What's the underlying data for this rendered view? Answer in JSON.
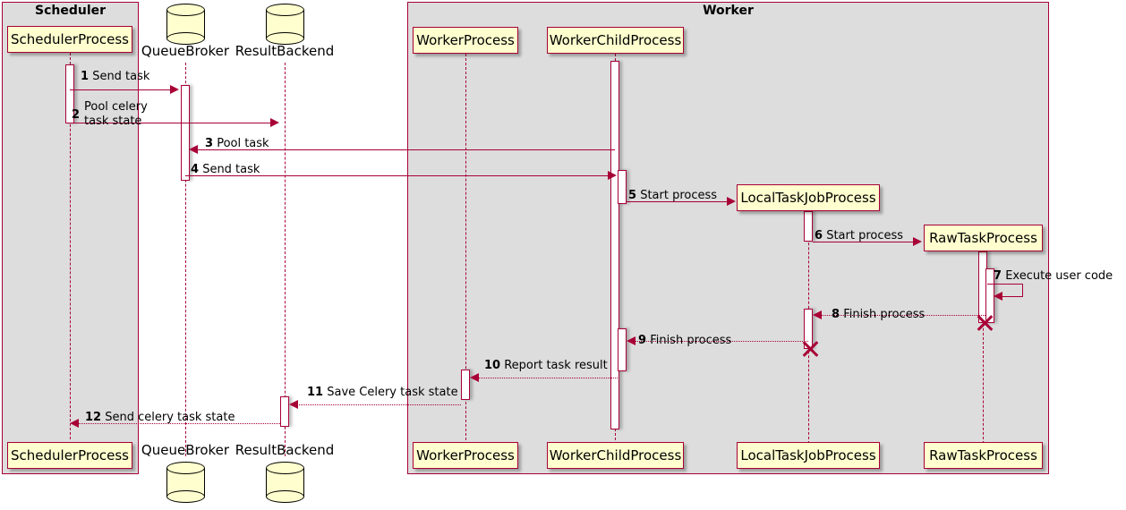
{
  "diagram": {
    "type": "sequence-diagram",
    "colors": {
      "accent": "#A80036",
      "participant_fill": "#FEFECE",
      "group_fill": "#DDDDDD",
      "activation_fill": "#FFFFFF",
      "text": "#000000"
    }
  },
  "groups": [
    {
      "id": "scheduler",
      "title": "Scheduler"
    },
    {
      "id": "worker",
      "title": "Worker"
    }
  ],
  "participants": [
    {
      "id": "scheduler_process",
      "label": "SchedulerProcess",
      "shape": "participant"
    },
    {
      "id": "queue_broker",
      "label": "QueueBroker",
      "shape": "database"
    },
    {
      "id": "result_backend",
      "label": "ResultBackend",
      "shape": "database"
    },
    {
      "id": "worker_process",
      "label": "WorkerProcess",
      "shape": "participant"
    },
    {
      "id": "worker_child",
      "label": "WorkerChildProcess",
      "shape": "participant"
    },
    {
      "id": "local_task_job",
      "label": "LocalTaskJobProcess",
      "shape": "participant"
    },
    {
      "id": "raw_task",
      "label": "RawTaskProcess",
      "shape": "participant"
    }
  ],
  "messages": [
    {
      "num": "1",
      "text": "Send task",
      "from": "scheduler_process",
      "to": "queue_broker",
      "style": "solid"
    },
    {
      "num": "2",
      "text": "Pool celery task state",
      "from": "scheduler_process",
      "to": "result_backend",
      "style": "solid"
    },
    {
      "num": "3",
      "text": "Pool task",
      "from": "worker_child",
      "to": "queue_broker",
      "style": "solid"
    },
    {
      "num": "4",
      "text": "Send task",
      "from": "queue_broker",
      "to": "worker_child",
      "style": "solid"
    },
    {
      "num": "5",
      "text": "Start process",
      "from": "worker_child",
      "to": "local_task_job",
      "style": "solid"
    },
    {
      "num": "6",
      "text": "Start process",
      "from": "local_task_job",
      "to": "raw_task",
      "style": "solid"
    },
    {
      "num": "7",
      "text": "Execute user code",
      "from": "raw_task",
      "to": "raw_task",
      "style": "self"
    },
    {
      "num": "8",
      "text": "Finish process",
      "from": "raw_task",
      "to": "local_task_job",
      "style": "dotted"
    },
    {
      "num": "9",
      "text": "Finish process",
      "from": "local_task_job",
      "to": "worker_child",
      "style": "dotted"
    },
    {
      "num": "10",
      "text": "Report task result",
      "from": "worker_child",
      "to": "worker_process",
      "style": "dotted"
    },
    {
      "num": "11",
      "text": "Save Celery task state",
      "from": "worker_process",
      "to": "result_backend",
      "style": "dotted"
    },
    {
      "num": "12",
      "text": "Send celery task state",
      "from": "result_backend",
      "to": "scheduler_process",
      "style": "dotted"
    }
  ],
  "labels": {
    "m1": "Send task",
    "m2_line1": "Pool celery",
    "m2_line2": "task state",
    "m3": "Pool task",
    "m4": "Send task",
    "m5": "Start process",
    "m6": "Start process",
    "m7": "Execute user code",
    "m8": "Finish process",
    "m9": "Finish process",
    "m10": "Report task result",
    "m11": "Save Celery task state",
    "m12": "Send celery task state",
    "n1": "1",
    "n2": "2",
    "n3": "3",
    "n4": "4",
    "n5": "5",
    "n6": "6",
    "n7": "7",
    "n8": "8",
    "n9": "9",
    "n10": "10",
    "n11": "11",
    "n12": "12"
  }
}
